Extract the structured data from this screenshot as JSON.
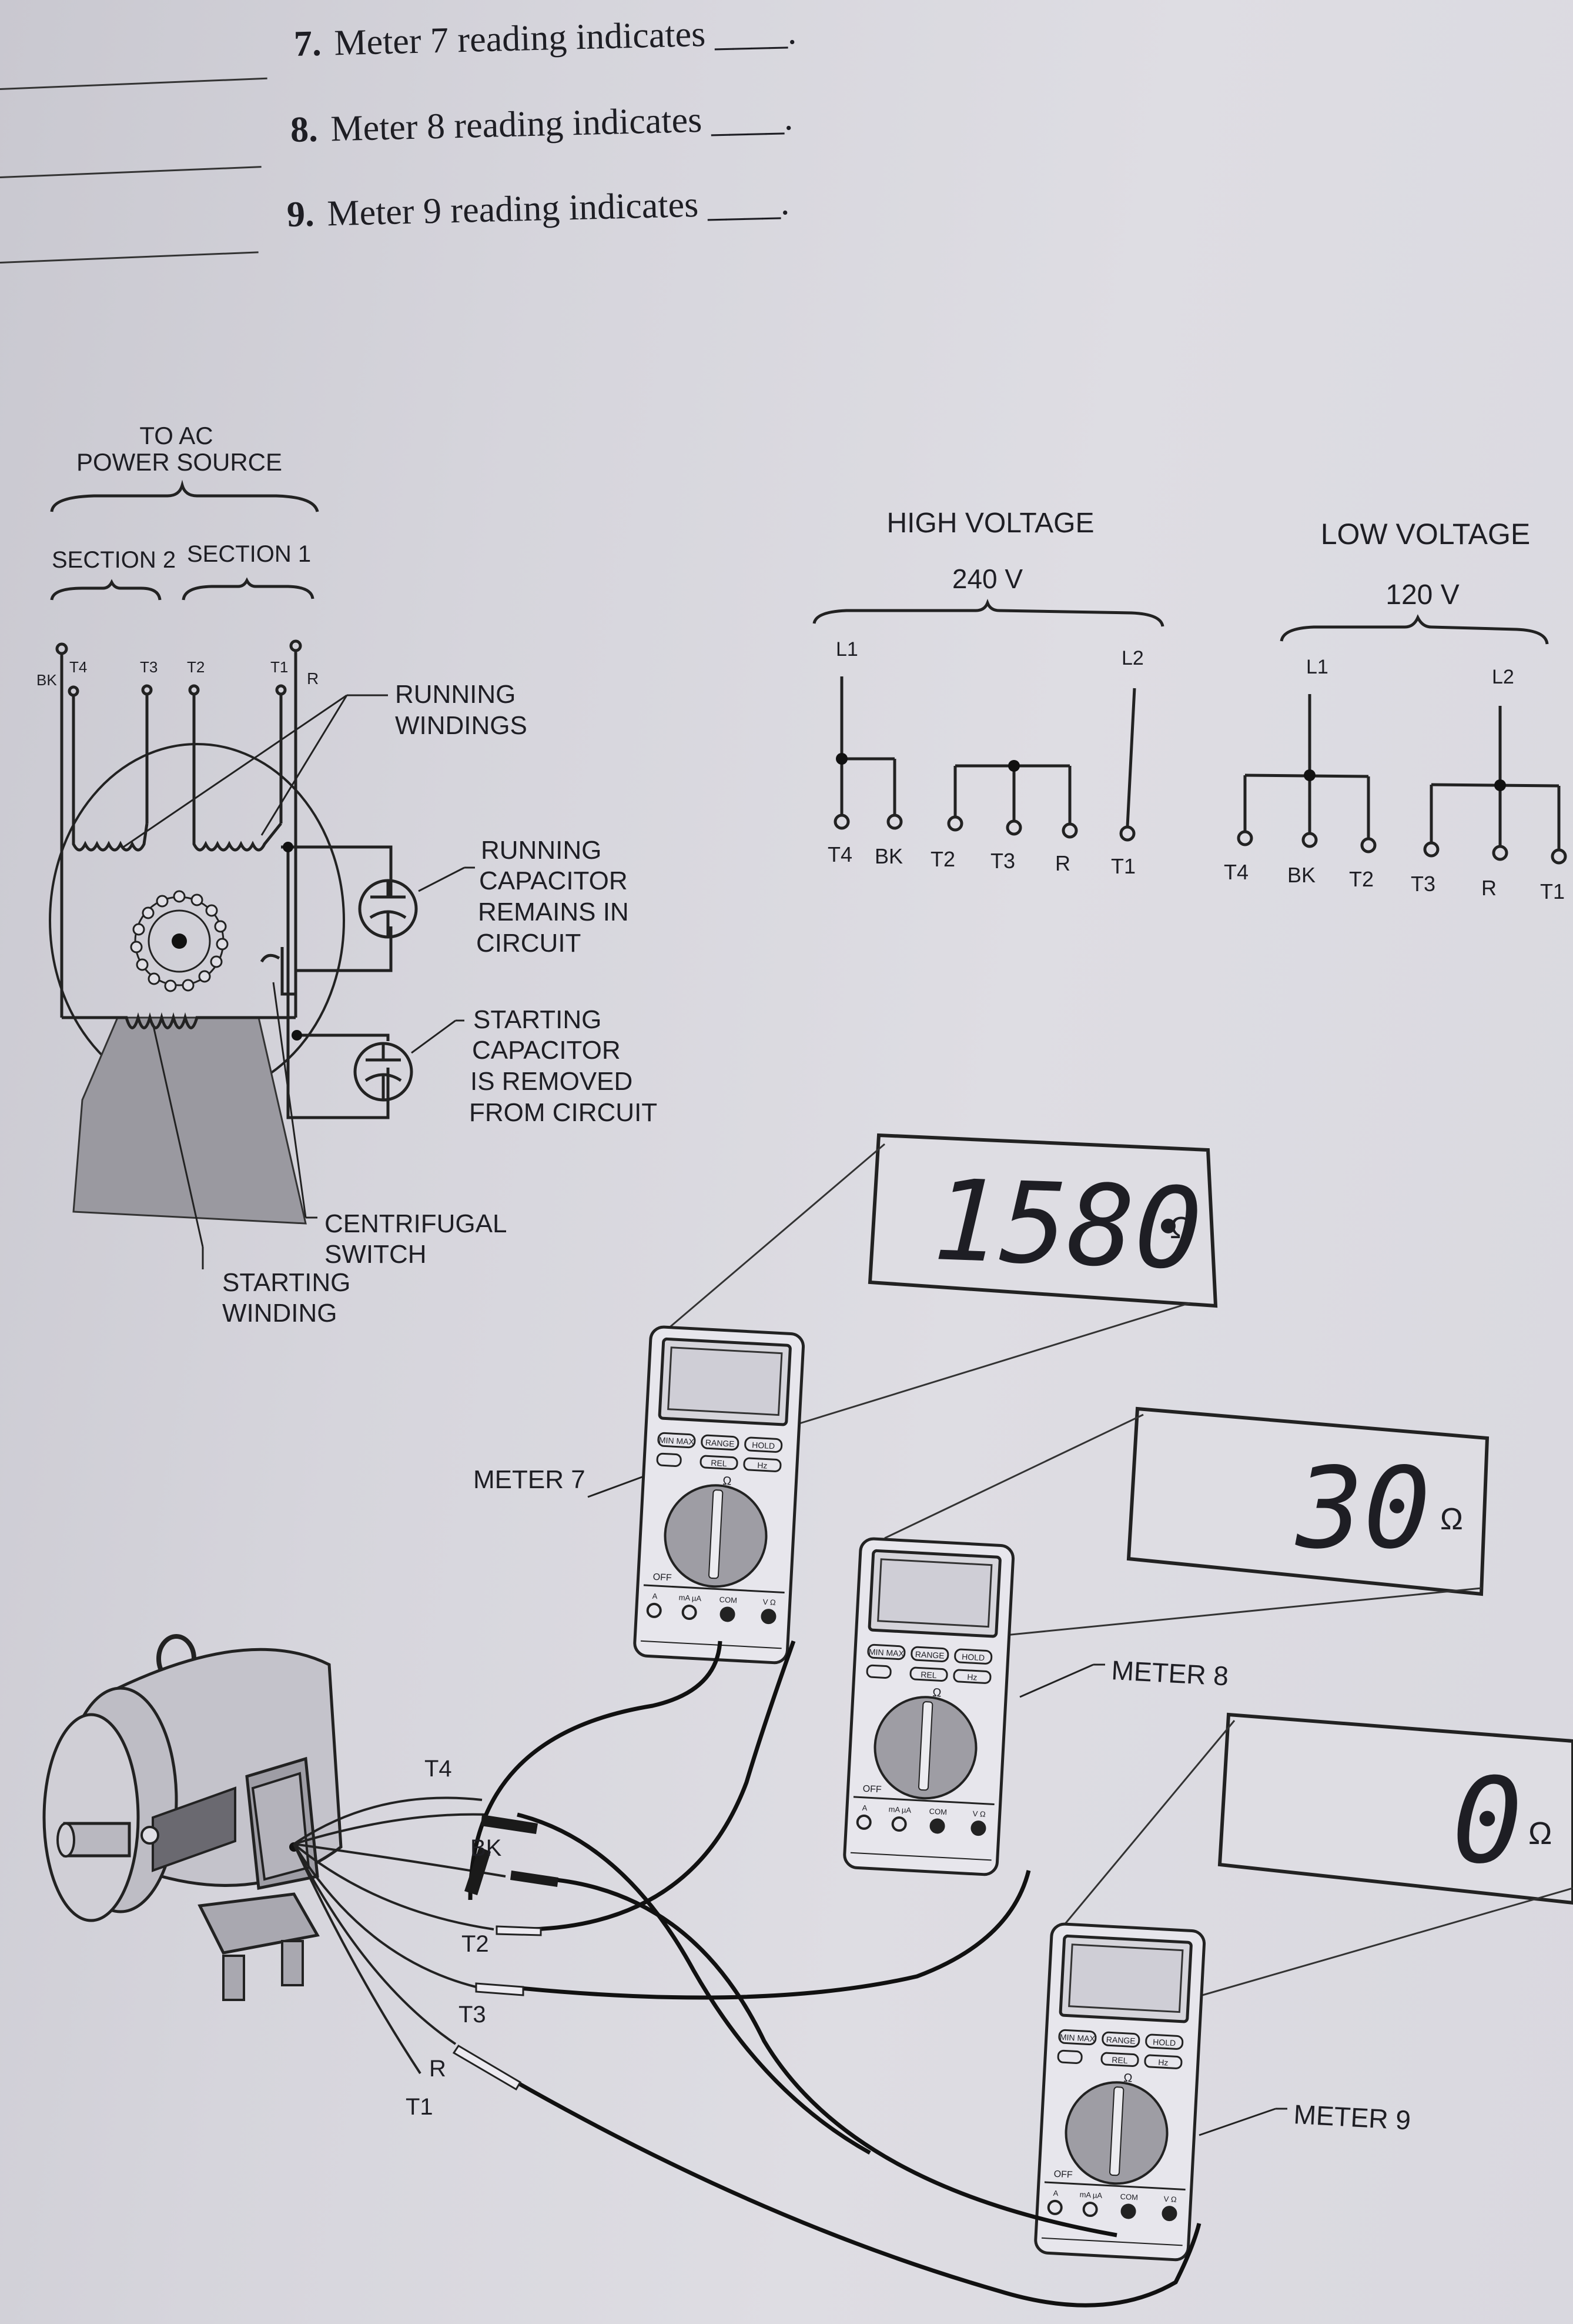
{
  "questions": [
    {
      "number": "7.",
      "text": "Meter 7 reading indicates ____."
    },
    {
      "number": "8.",
      "text": "Meter 8 reading indicates ____."
    },
    {
      "number": "9.",
      "text": "Meter 9 reading indicates ____."
    }
  ],
  "motor_diagram": {
    "power_source": [
      "TO AC",
      "POWER SOURCE"
    ],
    "section2": "SECTION 2",
    "section1": "SECTION 1",
    "terminals": [
      "BK",
      "T4",
      "T3",
      "T2",
      "T1",
      "R"
    ],
    "running_windings": [
      "RUNNING",
      "WINDINGS"
    ],
    "running_capacitor": [
      "RUNNING",
      "CAPACITOR",
      "REMAINS IN",
      "CIRCUIT"
    ],
    "starting_capacitor": [
      "STARTING",
      "CAPACITOR",
      "IS REMOVED",
      "FROM CIRCUIT"
    ],
    "centrifugal_switch": [
      "CENTRIFUGAL",
      "SWITCH"
    ],
    "starting_winding": [
      "STARTING",
      "WINDING"
    ]
  },
  "high_voltage": {
    "title": "HIGH VOLTAGE",
    "voltage": "240 V",
    "lines": [
      "L1",
      "L2"
    ],
    "terminals": [
      "T4",
      "BK",
      "T2",
      "T3",
      "R",
      "T1"
    ]
  },
  "low_voltage": {
    "title": "LOW VOLTAGE",
    "voltage": "120 V",
    "lines": [
      "L1",
      "L2"
    ],
    "terminals": [
      "T4",
      "BK",
      "T2",
      "T3",
      "R",
      "T1"
    ]
  },
  "meters": [
    {
      "label": "METER 7",
      "reading": "1580",
      "unit": "Ω"
    },
    {
      "label": "METER 8",
      "reading": "30",
      "unit": "Ω"
    },
    {
      "label": "METER 9",
      "reading": "0",
      "unit": "Ω"
    }
  ],
  "meter_face": {
    "buttons": [
      "MIN MAX",
      "RANGE",
      "HOLD",
      "REL",
      "Hz"
    ],
    "ohm_symbol": "Ω",
    "off": "OFF",
    "jacks": [
      "A",
      "mA µA",
      "COM",
      "V Ω"
    ]
  },
  "motor_leads": [
    "T4",
    "BK",
    "T2",
    "T3",
    "R",
    "T1"
  ]
}
